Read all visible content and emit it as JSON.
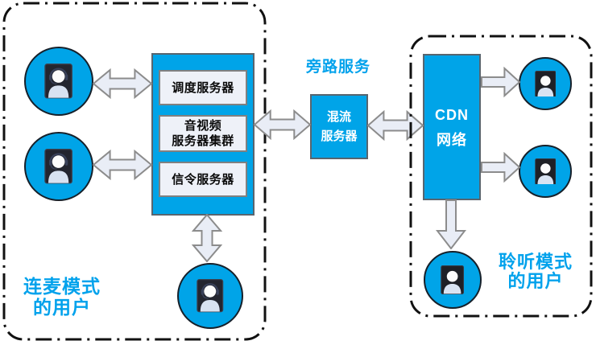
{
  "colors": {
    "primary_blue": "#00A4E8",
    "label_blue": "#01A2EC",
    "arrow_fill": "#E9EDF6",
    "arrow_stroke": "#8C8C8C",
    "inner_box_fill": "#EEF1F8",
    "inner_box_stroke": "#808080",
    "zone_border": "#111111"
  },
  "zones": {
    "cohost": {
      "caption_line1": "连麦模式",
      "caption_line2": "的用户"
    },
    "listener": {
      "caption_line1": "聆听模式",
      "caption_line2": "的用户"
    }
  },
  "server_cluster": {
    "boxes": [
      {
        "line1": "调度服务器",
        "line2": ""
      },
      {
        "line1": "音视频",
        "line2": "服务器集群"
      },
      {
        "line1": "信令服务器",
        "line2": ""
      }
    ]
  },
  "bypass": {
    "label": "旁路服务",
    "mixer_line1": "混流",
    "mixer_line2": "服务器"
  },
  "cdn": {
    "line1": "CDN",
    "line2": "网络"
  },
  "icons": {
    "cohost_user": "user-headset-icon",
    "listener_user": "user-icon"
  }
}
